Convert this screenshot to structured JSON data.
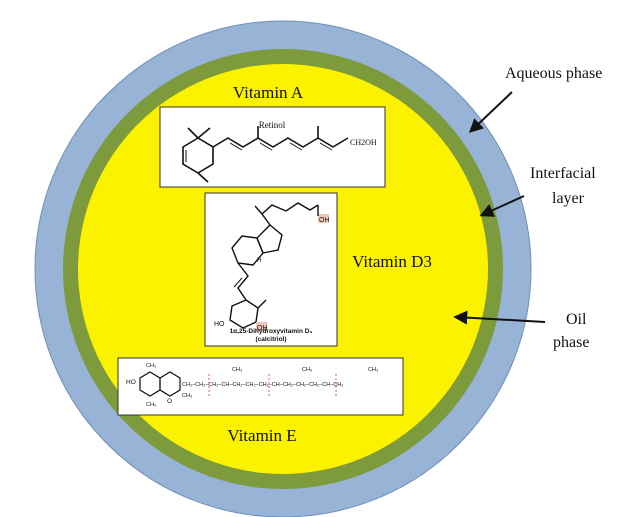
{
  "labels": {
    "aqueous_phase": "Aqueous phase",
    "interfacial_line1": "Interfacial",
    "interfacial_line2": "layer",
    "oil_line1": "Oil",
    "oil_line2": "phase",
    "vitamin_a": "Vitamin A",
    "vitamin_d3": "Vitamin D3",
    "vitamin_e": "Vitamin E"
  },
  "structures": {
    "retinol": {
      "name": "Retinol",
      "group": "CH2OH"
    },
    "calcitriol": {
      "name_line1": "1α,25-Dihydroxyvitamin D₃",
      "name_line2": "(calcitriol)",
      "oh": "OH",
      "ho": "HO",
      "h": "H"
    },
    "tocopherol": {
      "ho": "HO",
      "ch3": "CH₃",
      "o": "O",
      "chain": "CH₂–CH₂–CH₂–CH–CH₂–CH₂–CH₂–CH–CH₂–CH₂–CH₂–CH–CH₃"
    }
  },
  "colors": {
    "aqueous": "#97b3d6",
    "interfacial": "#7d9a3c",
    "oil": "#fbf200",
    "highlight": "#f2c7b8"
  }
}
